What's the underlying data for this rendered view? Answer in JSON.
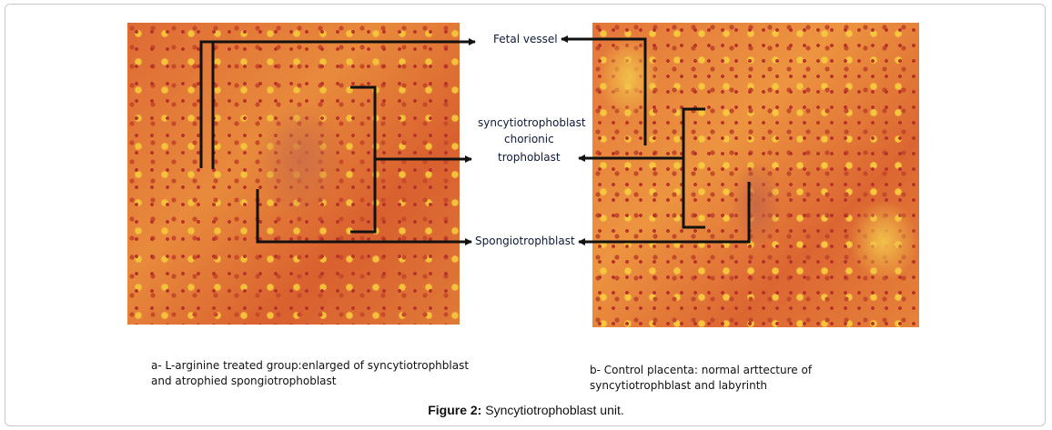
{
  "panels": {
    "a": {
      "caption_line1": "a- L-arginine treated group:enlarged of syncytiotrophblast",
      "caption_line2": "and atrophied spongiotrophoblast"
    },
    "b": {
      "caption_line1": "b- Control placenta: normal arttecture of",
      "caption_line2": "syncytiotrophblast and labyrinth"
    }
  },
  "labels": {
    "fetal_vessel": "Fetal vessel",
    "syncytio_line1": "syncytiotrophoblast",
    "syncytio_line2": "chorionic",
    "syncytio_line3": "trophoblast",
    "spongio": "Spongiotrophblast"
  },
  "figure": {
    "label": "Figure 2:",
    "title": "Syncytiotrophoblast unit."
  }
}
